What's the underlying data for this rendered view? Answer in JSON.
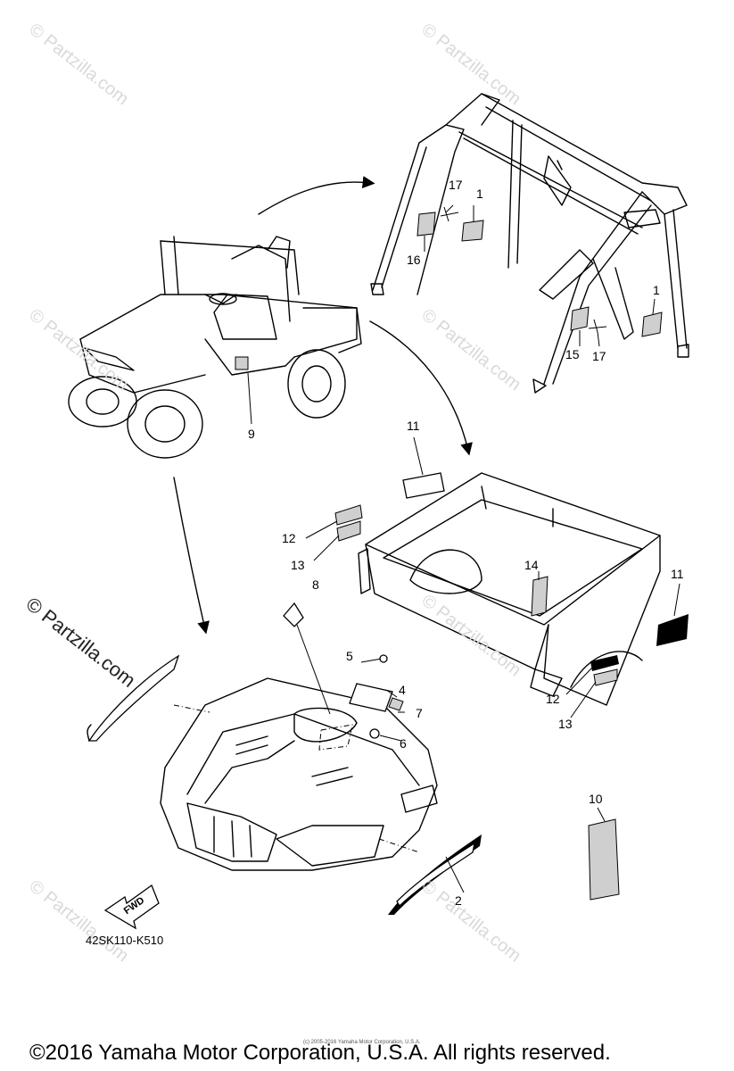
{
  "watermarks": [
    "© Partzilla.com",
    "© Partzilla.com",
    "© Partzilla.com",
    "© Partzilla.com",
    "© Partzilla.com",
    "© Partzilla.com",
    "© Partzilla.com"
  ],
  "watermark_dark": "© Partzilla.com",
  "callouts": {
    "c1a": "1",
    "c1b": "1",
    "c2": "2",
    "c4": "4",
    "c5": "5",
    "c6": "6",
    "c7": "7",
    "c8": "8",
    "c9": "9",
    "c10": "10",
    "c11a": "11",
    "c11b": "11",
    "c12a": "12",
    "c12b": "12",
    "c13a": "13",
    "c13b": "13",
    "c14": "14",
    "c15": "15",
    "c16": "16",
    "c17a": "17",
    "c17b": "17"
  },
  "fwd_label": "FWD",
  "diagram_code": "42SK110-K510",
  "tiny_copyright": "(c) 2005-2016 Yamaha Motor Corporation, U.S.A.",
  "footer": "©2016 Yamaha Motor Corporation, U.S.A. All rights reserved."
}
